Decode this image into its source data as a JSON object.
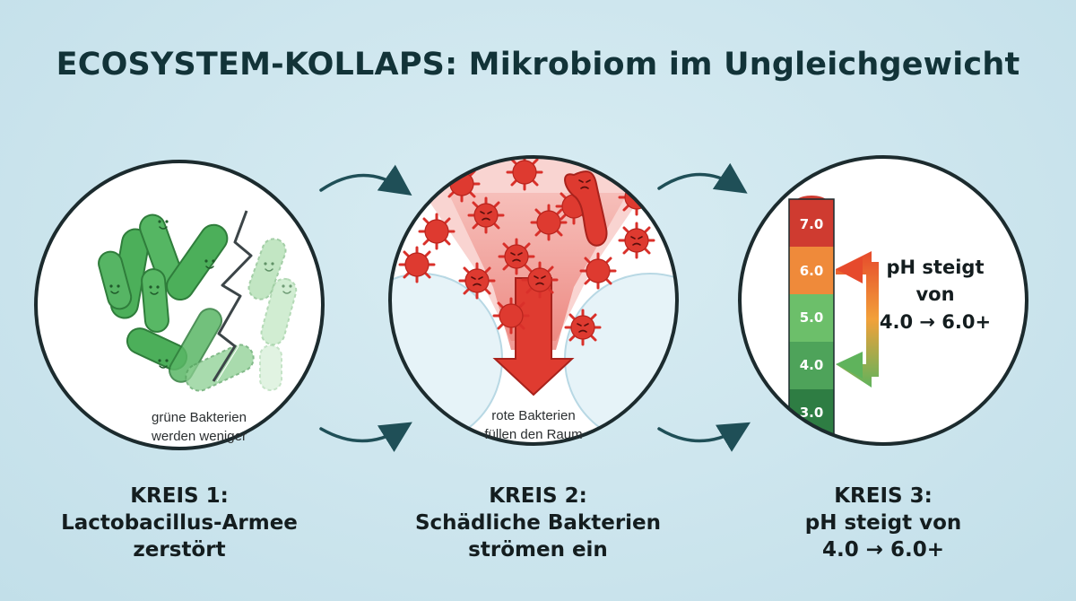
{
  "title": "ECOSYSTEM-KOLLAPS: Mikrobiom im Ungleichgewicht",
  "circles": [
    {
      "note": [
        "grüne Bakterien",
        "werden weniger"
      ],
      "caption": [
        "KREIS 1:",
        "Lactobacillus-Armee",
        "zerstört"
      ]
    },
    {
      "note": [
        "rote Bakterien",
        "füllen den Raum"
      ],
      "caption": [
        "KREIS 2:",
        "Schädliche Bakterien",
        "strömen ein"
      ]
    },
    {
      "scale": [
        "7.0",
        "6.0",
        "5.0",
        "4.0",
        "3.0"
      ],
      "ph_label": [
        "pH steigt",
        "von",
        "4.0 → 6.0+"
      ],
      "caption": [
        "KREIS 3:",
        "pH steigt von",
        "4.0 → 6.0+"
      ]
    }
  ],
  "colors": {
    "good_bacteria": "#4caf5a",
    "bad_bacteria": "#d9302a",
    "ph_7": "#cf3b30",
    "ph_6": "#ef8a3a",
    "ph_5": "#6cbf6a",
    "ph_4": "#4ea35a",
    "ph_3": "#2e7d43",
    "arrows": "#1f4f57"
  }
}
